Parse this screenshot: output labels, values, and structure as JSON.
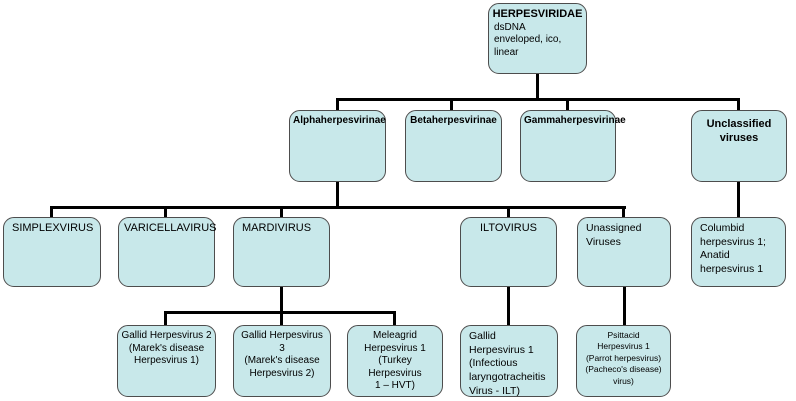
{
  "colors": {
    "box_fill": "#c8e8ea",
    "box_border": "#4d4d4d",
    "connector": "#000000",
    "text": "#000000",
    "background": "#ffffff"
  },
  "diagram": {
    "root": {
      "title": "HERPESVIRIDAE",
      "attributes": "dsDNA\nenveloped, ico, linear"
    },
    "subfamilies": {
      "alpha": "Alphaherpesvirinae",
      "beta": "Betaherpesvirinae",
      "gamma": "Gammaherpesvirinae",
      "unclassified": "Unclassified\nviruses"
    },
    "genera": {
      "simplexvirus": "SIMPLEXVIRUS",
      "varicellavirus": "VARICELLAVIRUS",
      "mardivirus": "MARDIVIRUS",
      "iltovirus": "ILTOVIRUS",
      "unassigned": "Unassigned\nViruses",
      "columbid": "Columbid\nherpesvirus 1;\nAnatid\nherpesvirus 1"
    },
    "species": {
      "gallid2": "Gallid Herpesvirus 2\n(Marek's disease\nHerpesvirus 1)",
      "gallid3": "Gallid Herpesvirus 3\n(Marek's disease\nHerpesvirus 2)",
      "meleagrid": "Meleagrid\nHerpesvirus 1\n(Turkey Herpesvirus\n1 – HVT)",
      "gallid1": "Gallid Herpesvirus 1\n(Infectious\nlaryngotracheitis\nVirus - ILT)",
      "psittacid": "Psittacid\nHerpesvirus 1\n(Parrot herpesvirus)\n(Pacheco's disease)\nvirus)"
    }
  }
}
